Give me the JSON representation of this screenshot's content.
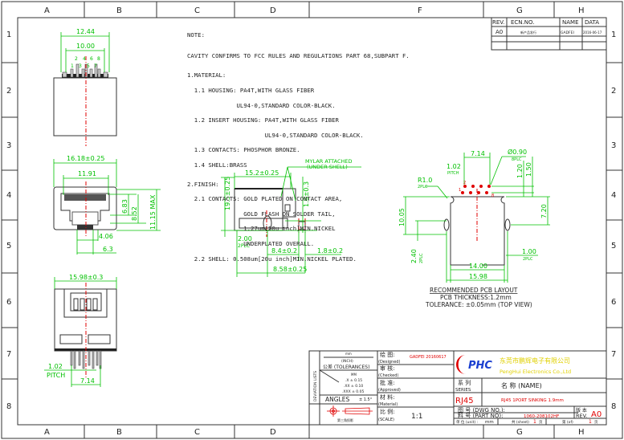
{
  "grid": {
    "top": [
      "A",
      "B",
      "C",
      "D",
      "F",
      "G",
      "H"
    ],
    "bottom": [
      "A",
      "B",
      "C",
      "D",
      "G",
      "H"
    ],
    "rows": [
      "1",
      "2",
      "3",
      "4",
      "5",
      "6",
      "7",
      "8"
    ]
  },
  "notes": {
    "title": "NOTE:",
    "lines": [
      "CAVITY CONFIRMS TO FCC RULES AND REGULATIONS PART 68,SUBPART F.",
      "1.MATERIAL:",
      "  1.1 HOUSING: PA4T,WITH GLASS FIBER",
      "              UL94-0,STANDARD COLOR-BLACK.",
      "  1.2 INSERT HOUSING: PA4T,WITH GLASS FIBER",
      "                      UL94-0,STANDARD COLOR-BLACK.",
      "  1.3 CONTACTS: PHOSPHOR BRONZE.",
      "  1.4 SHELL:BRASS",
      "2.FINISH:",
      "  2.1 CONTACTS: GOLD PLATED ON CONTACT AREA,",
      "                GOLD FLASH ON SOLDER TAIL,",
      "                1.27um[50u inch]MIN.NICKEL",
      "                UNDERPLATED OVERALL.",
      "  2.2 SHELL: 0.508um[20u inch]MIN.NICKEL PLATED."
    ]
  },
  "revision_table": {
    "headers": [
      "REV.",
      "ECN.NO.",
      "NAME",
      "DATA"
    ],
    "rows": [
      [
        "A0",
        "新产品发行",
        "GADFEI",
        "2016-06-17"
      ]
    ]
  },
  "top_view": {
    "dims": [
      "12.44",
      "10.00"
    ],
    "pins": [
      "2",
      "4",
      "6",
      "8",
      "1",
      "3",
      "5",
      "7"
    ]
  },
  "front_view": {
    "dims": [
      "16.18±0.25",
      "11.91",
      "6.83",
      "8.52",
      "11.15 MAX",
      "4.06",
      "6.3"
    ]
  },
  "bottom_view": {
    "dims": [
      "15.98±0.3",
      "1.02",
      "PITCH",
      "7.14"
    ]
  },
  "side_view": {
    "dims": [
      "15.2±0.25",
      "19.5±0.25",
      "1.6±0.3",
      "2.00",
      "2PLC",
      "8.4±0.2",
      "1.8±0.2",
      "8.58±0.25"
    ],
    "mylar": [
      "MYLAR ATTACHED",
      "(UNDER SHELL)"
    ]
  },
  "pcb_layout": {
    "dims": [
      "7.14",
      "Ø0.90",
      "8PLC",
      "1.02",
      "PITCH",
      "R1.0",
      "2PLC",
      "1.20",
      "1.50",
      "7.20",
      "10.05",
      "2.40",
      "2PLC",
      "1.00",
      "2PLC",
      "14.00",
      "15.98"
    ],
    "pins": [
      "2",
      "8",
      "1"
    ],
    "caption": [
      "RECOMMENDED PCB LAYOUT",
      "PCB THICKNESS:1.2mm",
      "TOLERANCE: ±0.05mm (TOP VIEW)"
    ]
  },
  "title_block": {
    "deviation_list": "DEVIATION LISTS",
    "unit_label": "mm",
    "inch_label": "(INCH)",
    "tolerances": "公差 (TOLERANCES)",
    "tol_rows": [
      ".X ± 0.15",
      ".XX ± 0.10",
      ".XXX ± 0.05"
    ],
    "tol_mm": "MM",
    "angles": "ANGLES",
    "angles_value": "± 1.5°",
    "projection": "第三角投影",
    "designed": [
      "绘 图:",
      "(Designed)"
    ],
    "designer": "GADFEI 20160617",
    "checked": [
      "审 核:",
      "(Checked)"
    ],
    "approved": [
      "批 准:",
      "(Approved)"
    ],
    "material": [
      "材 料:",
      "(Material)"
    ],
    "scale": [
      "比 例:",
      "(SCALE)"
    ],
    "scale_value": "1:1",
    "logo": "PHC",
    "company_cn": "东莞市鹏辉电子有限公司",
    "company_en": "PengHui Electronics Co.,Ltd",
    "series_label": [
      "系 列",
      "SERIES"
    ],
    "name_label": "名 称 (NAME)",
    "series_value": "RJ45",
    "name_value": "RJ45 1PORT SINKING 1.9mm",
    "dwg_no": "图 号 (DWG NO.):",
    "part_no": "料 号 (PART NO):",
    "part_no_value": "1060-208102HF",
    "rev_label": [
      "版 本",
      "REV."
    ],
    "rev_value": "A0",
    "unit": "单 位 (unit) :",
    "unit_value": "mm",
    "sheet": "共 (sheet)",
    "sheet_value": "1",
    "sheet_suffix": "页",
    "of": "第 (of)",
    "of_value": "1",
    "of_suffix": "页"
  },
  "colors": {
    "dimension": "#00c000",
    "centerline": "#e00000",
    "company": "#e0d000",
    "logo": "#1a3fd0"
  }
}
